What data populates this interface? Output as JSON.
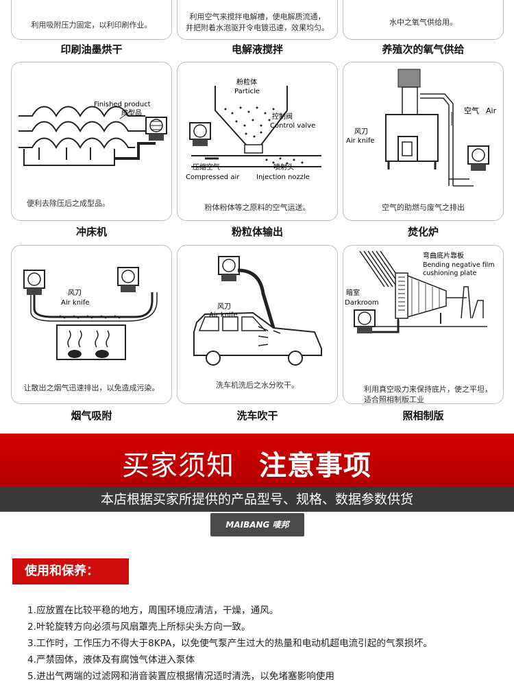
{
  "top_row": [
    {
      "caption": "利用吸附压力固定，以利印刷作业。",
      "title": "印刷油墨烘干"
    },
    {
      "caption1": "利用空气来搅拌电解槽，使电解质流通，",
      "caption2": "并把附着水泡驱开令电镀迅速，效果均匀。",
      "title": "电解液搅拌"
    },
    {
      "caption": "水中之氧气供给用。",
      "title": "养殖次的氧气供给"
    }
  ],
  "middle_row": [
    {
      "caption": "便利去除压后之成型品。",
      "title": "冲床机",
      "labels": {
        "en": "Finished product",
        "cn": "成型品"
      }
    },
    {
      "caption": "粉体粉体等之原料的空气运送。",
      "title": "粉粒体输出",
      "labels": {
        "particle_cn": "粉粒体",
        "particle_en": "Particle",
        "valve_cn": "控制阀",
        "valve_en": "Control valve",
        "air_cn": "压缩空气",
        "air_en": "Compressed air",
        "nozzle_cn": "喷射头",
        "nozzle_en": "Injection nozzle"
      }
    },
    {
      "caption": "空气的助燃与废气之排出",
      "title": "焚化炉",
      "labels": {
        "air_cn": "空气",
        "air_en": "Air",
        "knife_cn": "风刀",
        "knife_en": "Air knife"
      }
    }
  ],
  "bottom_row": [
    {
      "caption": "让散出之烟气迅速排出，以免造成污染。",
      "title": "烟气吸附",
      "labels": {
        "knife_cn": "风刀",
        "knife_en": "Air knife"
      }
    },
    {
      "caption": "洗车机洗后之水分吹干。",
      "title": "洗车吹干",
      "labels": {
        "knife_cn": "风刀",
        "knife_en": "Air knife"
      }
    },
    {
      "caption1": "利用真空吸力来保持底片，使之平坦，",
      "caption2": "适合照相制版工业",
      "title": "照相制版",
      "labels": {
        "plate_cn": "弯曲底片靠板",
        "plate_en1": "Bending negative film",
        "plate_en2": "cushioning plate",
        "dark_cn": "暗室",
        "dark_en": "Darkroom"
      }
    }
  ],
  "banner": {
    "left": "买家须知",
    "right": "注意事项"
  },
  "notice": "本店根据买家所提供的产品型号、规格、数据参数供货",
  "logo": {
    "en": "MAIBANG",
    "cn": "唛邦"
  },
  "usage_title": "使用和保养：",
  "rules": [
    "1.应放置在比较平稳的地方，周围环境应清洁，干燥，通风。",
    "2.叶轮旋转方向必须与风扇罩壳上所标尖头方向一致。",
    "3.工作时，工作压力不得大于8KPA，以免使气泵产生过大的热量和电动机超电流引起的气泵损坏。",
    "4.严禁固体，液体及有腐蚀气体进入泵体",
    "5.进出气两端的过滤网和消音装置应根据情况适时清洗，以免堵塞影响使用"
  ],
  "colors": {
    "banner_red": "#c80000",
    "notice_gray": "#3a3a3a",
    "usage_red": "#cf0c0c"
  }
}
